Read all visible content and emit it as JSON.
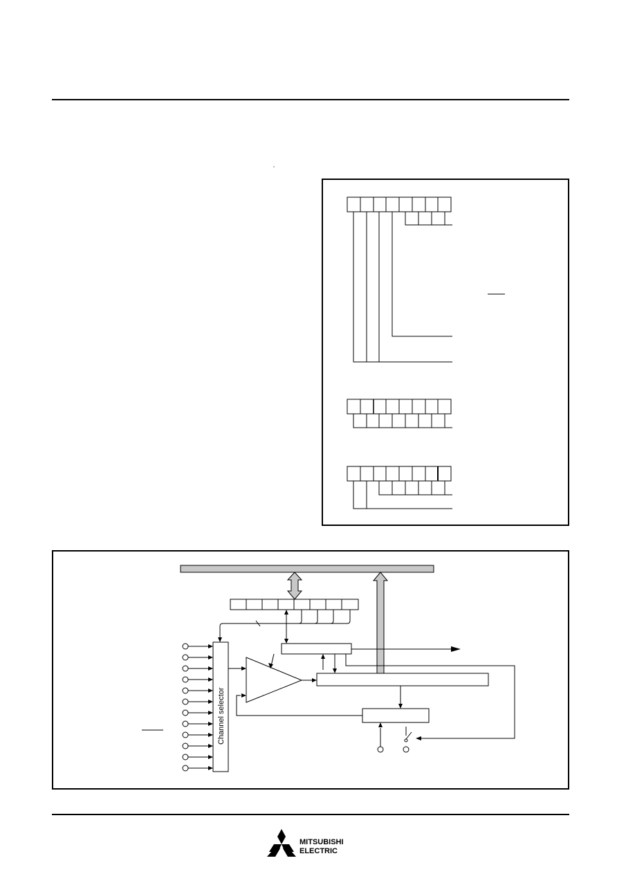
{
  "block_diagram": {
    "channel_selector_label": "Channel selector"
  },
  "footer": {
    "logo_line1": "MITSUBISHI",
    "logo_line2": "ELECTRIC"
  }
}
